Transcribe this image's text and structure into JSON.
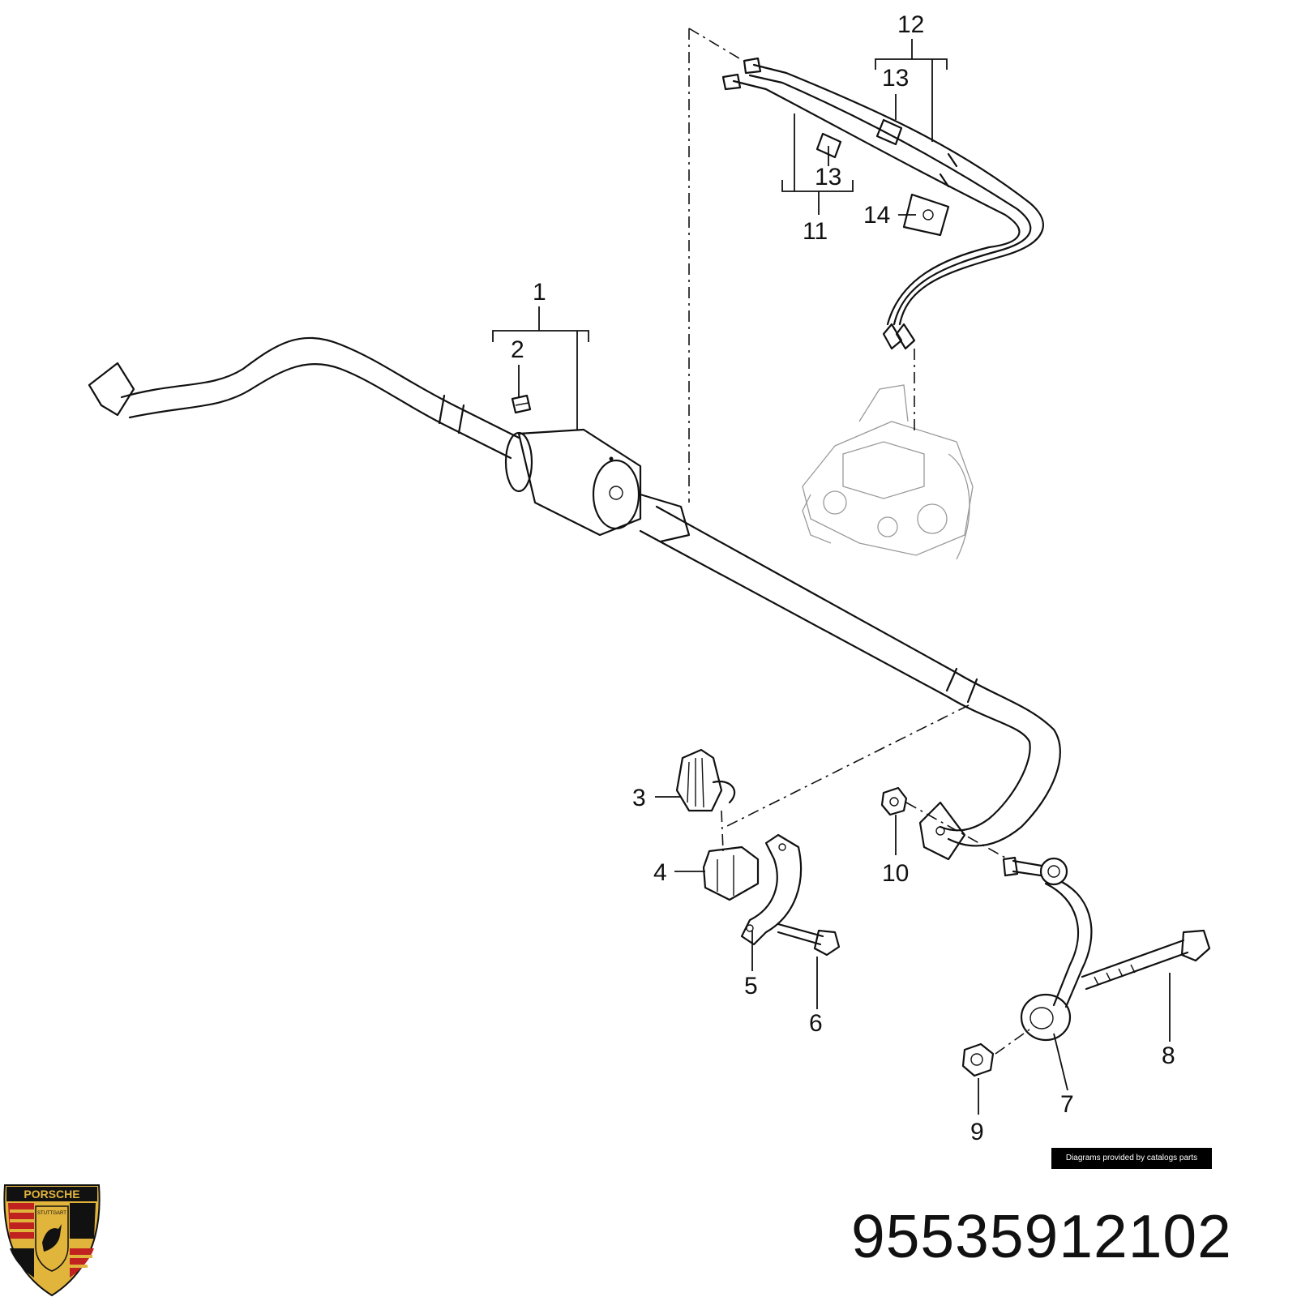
{
  "callouts": {
    "c1": "1",
    "c2": "2",
    "c3": "3",
    "c4": "4",
    "c5": "5",
    "c6": "6",
    "c7": "7",
    "c8": "8",
    "c9": "9",
    "c10": "10",
    "c11": "11",
    "c12": "12",
    "c13a": "13",
    "c13b": "13",
    "c14": "14"
  },
  "credit": "Diagrams provided by catalogs parts",
  "part_number": "95535912102",
  "logo": {
    "word": "PORSCHE",
    "city": "STUTTGART",
    "colors": {
      "gold": "#e1b43c",
      "red": "#c0231f",
      "black": "#111111"
    }
  }
}
